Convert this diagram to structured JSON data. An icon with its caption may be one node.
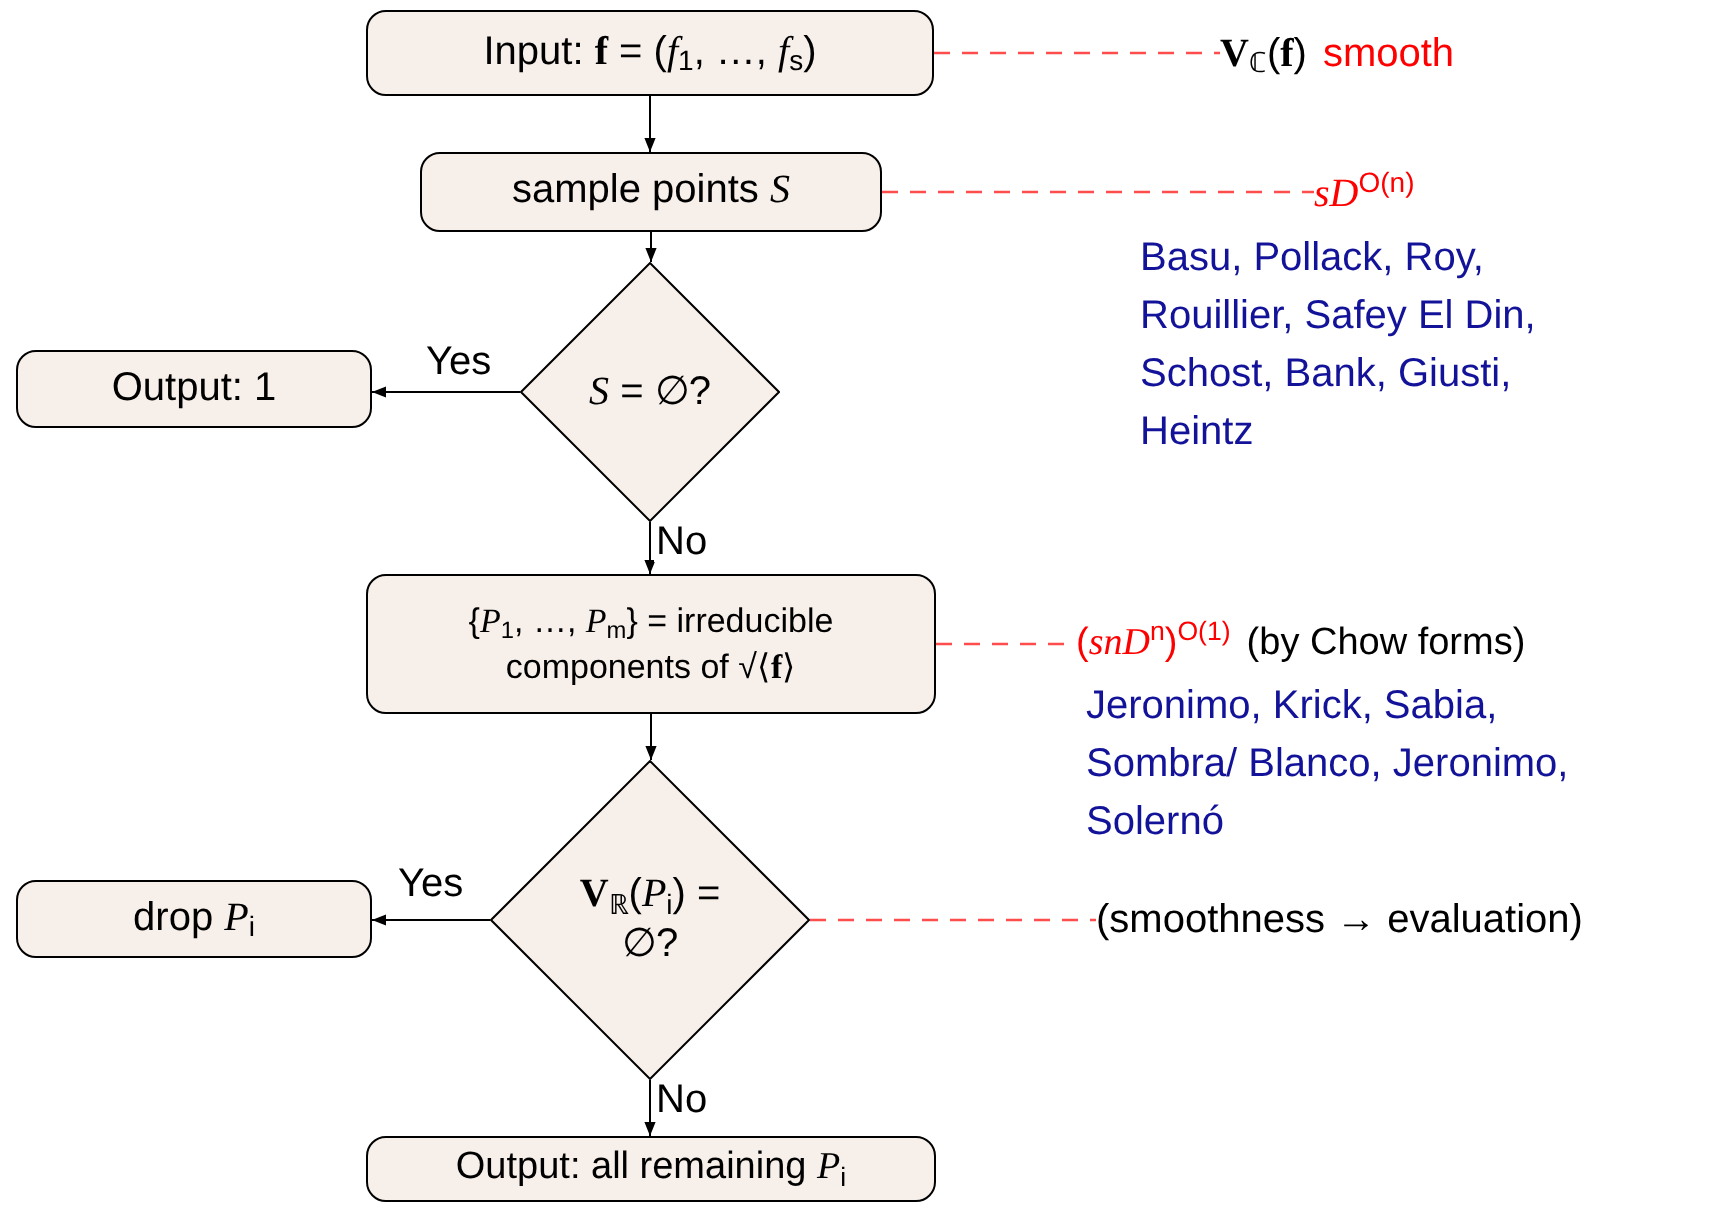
{
  "diagram": {
    "nodes": [
      {
        "text": [
          "Input: **f** = (*f*$_{1}$, …, *f*$_{s}$)"
        ]
      },
      {
        "text": [
          "sample points *S*"
        ]
      },
      {
        "text": [
          "*S* = ∅?"
        ]
      },
      {
        "text": [
          "Output: 1"
        ]
      },
      {
        "text": [
          "{*P*$_{1}$, …, *P*$_{m}$} = irreducible components of √⟨**f**⟩"
        ]
      },
      {
        "text": [
          "**V**$_{ℝ}$(*P*$_{i}$) = ∅?"
        ]
      },
      {
        "text": [
          "drop *P*$_{i}$"
        ]
      },
      {
        "text": [
          "Output: all remaining *P*$_{i}$"
        ]
      },
      {
        "text": [
          "**V**$_{ℂ}$(**f**)",
          "smooth"
        ]
      },
      {
        "text": [
          "*sD*$^{O(n)}$"
        ],
        "beside": [
          "Basu, Pollack, Roy, Rouillier, Safey El Din, Schost, Bank, Giusti, Heintz"
        ]
      },
      {
        "text": [
          "(*snD*$^{n}$)$^{O(1)}$",
          "(by Chow forms)"
        ],
        "beside": [
          "Jeronimo, Krick, Sabia, Sombra/ Blanco, Jeronimo, Solernó"
        ]
      },
      {
        "text": [
          "(smoothness → evaluation)"
        ]
      }
    ],
    "edges": [
      {
        "from": 0,
        "to": 1,
        "arrow": "to"
      },
      {
        "from": 1,
        "to": 2,
        "arrow": "to"
      },
      {
        "from": 2,
        "to": 3,
        "arrow": "to",
        "label": "Yes"
      },
      {
        "from": 2,
        "to": 4,
        "arrow": "to",
        "label": "No"
      },
      {
        "from": 4,
        "to": 5,
        "arrow": "to"
      },
      {
        "from": 5,
        "to": 6,
        "arrow": "to",
        "label": "Yes"
      },
      {
        "from": 5,
        "to": 7,
        "arrow": "to",
        "label": "No"
      },
      {
        "from": 0,
        "to": 8,
        "arrow": "none",
        "style": "dashed",
        "color": "#ff4d4d"
      },
      {
        "from": 1,
        "to": 9,
        "arrow": "none",
        "style": "dashed",
        "color": "#ff4d4d"
      },
      {
        "from": 4,
        "to": 10,
        "arrow": "none",
        "style": "dashed",
        "color": "#ff4d4d"
      },
      {
        "from": 5,
        "to": 11,
        "arrow": "none",
        "style": "dashed",
        "color": "#ff4d4d"
      }
    ]
  }
}
